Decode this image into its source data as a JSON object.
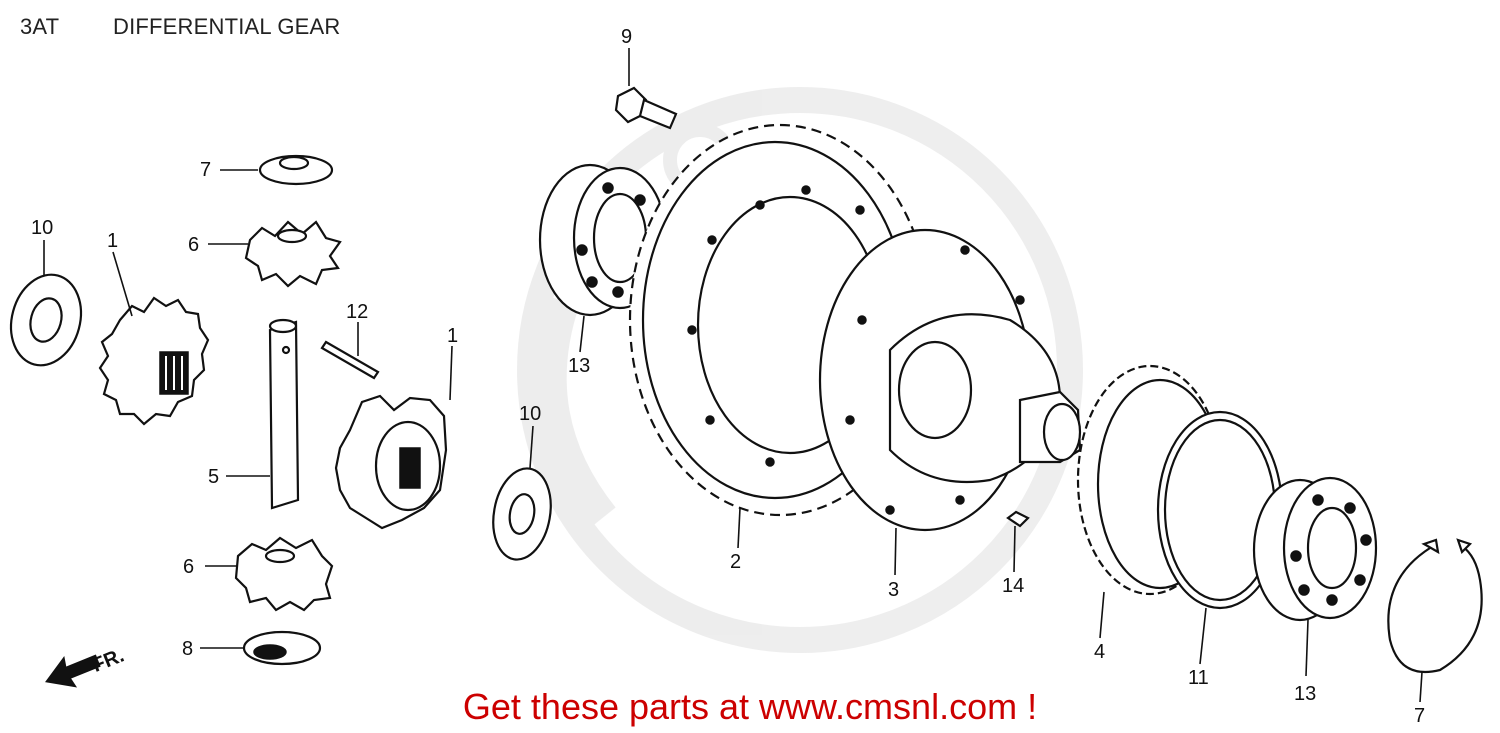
{
  "header": {
    "code": "3AT",
    "title": "DIFFERENTIAL GEAR"
  },
  "footer": {
    "link_text": "Get these parts at www.cmsnl.com !",
    "color": "#cc0000"
  },
  "orientation_arrow": {
    "label": "FR.",
    "icon": "direction-arrow-icon"
  },
  "watermark": {
    "icon": "wrench-logo-icon",
    "color": "#dddddd"
  },
  "callouts": [
    {
      "key": "c1a",
      "label": "1"
    },
    {
      "key": "c1b",
      "label": "1"
    },
    {
      "key": "c2",
      "label": "2"
    },
    {
      "key": "c3",
      "label": "3"
    },
    {
      "key": "c4",
      "label": "4"
    },
    {
      "key": "c5",
      "label": "5"
    },
    {
      "key": "c6a",
      "label": "6"
    },
    {
      "key": "c6b",
      "label": "6"
    },
    {
      "key": "c7a",
      "label": "7"
    },
    {
      "key": "c7b",
      "label": "7"
    },
    {
      "key": "c8",
      "label": "8"
    },
    {
      "key": "c9",
      "label": "9"
    },
    {
      "key": "c10a",
      "label": "10"
    },
    {
      "key": "c10b",
      "label": "10"
    },
    {
      "key": "c11",
      "label": "11"
    },
    {
      "key": "c12",
      "label": "12"
    },
    {
      "key": "c13a",
      "label": "13"
    },
    {
      "key": "c13b",
      "label": "13"
    },
    {
      "key": "c14",
      "label": "14"
    }
  ]
}
